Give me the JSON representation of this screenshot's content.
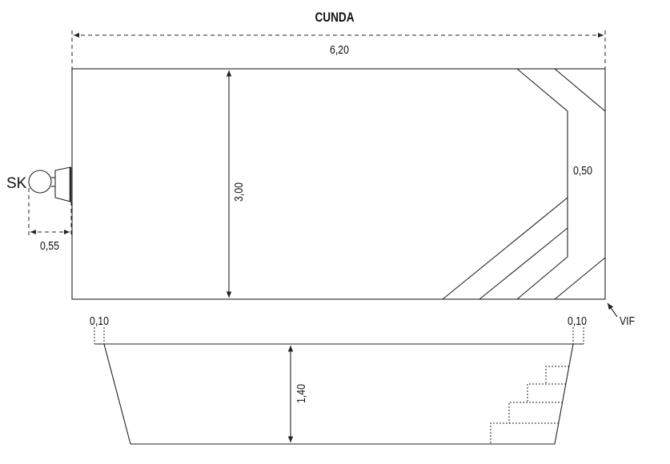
{
  "title": "CUNDA",
  "dimensions": {
    "length": "6,20",
    "width": "3,00",
    "bench": "0,50",
    "skimmer_offset": "0,55",
    "rim_left": "0,10",
    "rim_right": "0,10",
    "depth": "1,40"
  },
  "labels": {
    "skimmer": "SK",
    "vif": "VIF"
  }
}
